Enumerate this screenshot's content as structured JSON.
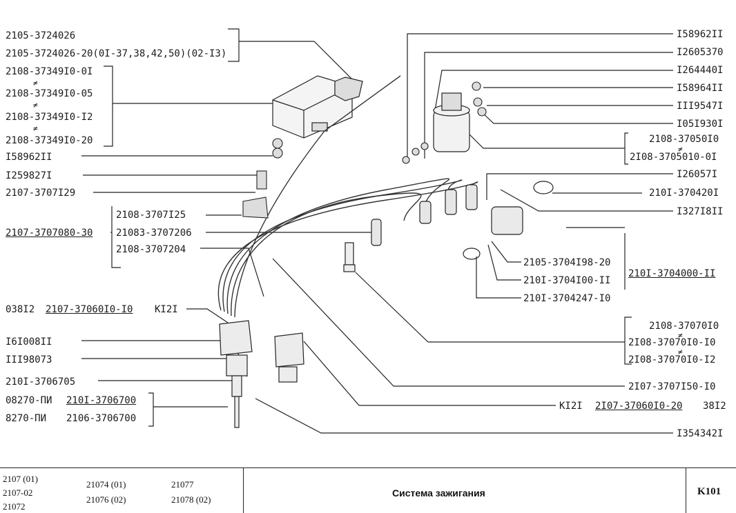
{
  "left_labels": [
    "2105-3724026",
    "2105-3724026-20(0I-37,38,42,50)(02-I3)",
    "2108-37349I0-0I",
    "2108-37349I0-05",
    "2108-37349I0-I2",
    "2108-37349I0-20",
    "I58962II",
    "I259827I",
    "2107-3707I29",
    "2108-3707I25",
    "2107-3707080-30",
    "21083-3707206",
    "2108-3707204",
    "038I2",
    "2107-37060I0-I0",
    "KI2I",
    "I6I008II",
    "III98073",
    "210I-3706705",
    "08270-ПИ",
    "210I-3706700",
    "8270-ПИ",
    "2106-3706700"
  ],
  "right_labels": [
    "I58962II",
    "I2605370",
    "I264440I",
    "I58964II",
    "III9547I",
    "I05I930I",
    "2108-37050I0",
    "2I08-3705010-0I",
    "I26057I",
    "210I-370420I",
    "I327I8II",
    "2105-3704I98-20",
    "210I-3704I00-II",
    "210I-3704000-II",
    "210I-3704247-I0",
    "2108-37070I0",
    "2I08-37070I0-I0",
    "2I08-37070I0-I2",
    "2I07-3707I50-I0",
    "KI2I",
    "2I07-37060I0-20",
    "38I2",
    "I354342I"
  ],
  "footer": {
    "models_col1": [
      "2107 (01)",
      "2107-02",
      "21072"
    ],
    "models_col2": [
      "21074 (01)",
      "21076 (02)"
    ],
    "models_col3": [
      "21077",
      "21078 (02)"
    ],
    "title": "Система зажигания",
    "code": "K101"
  }
}
